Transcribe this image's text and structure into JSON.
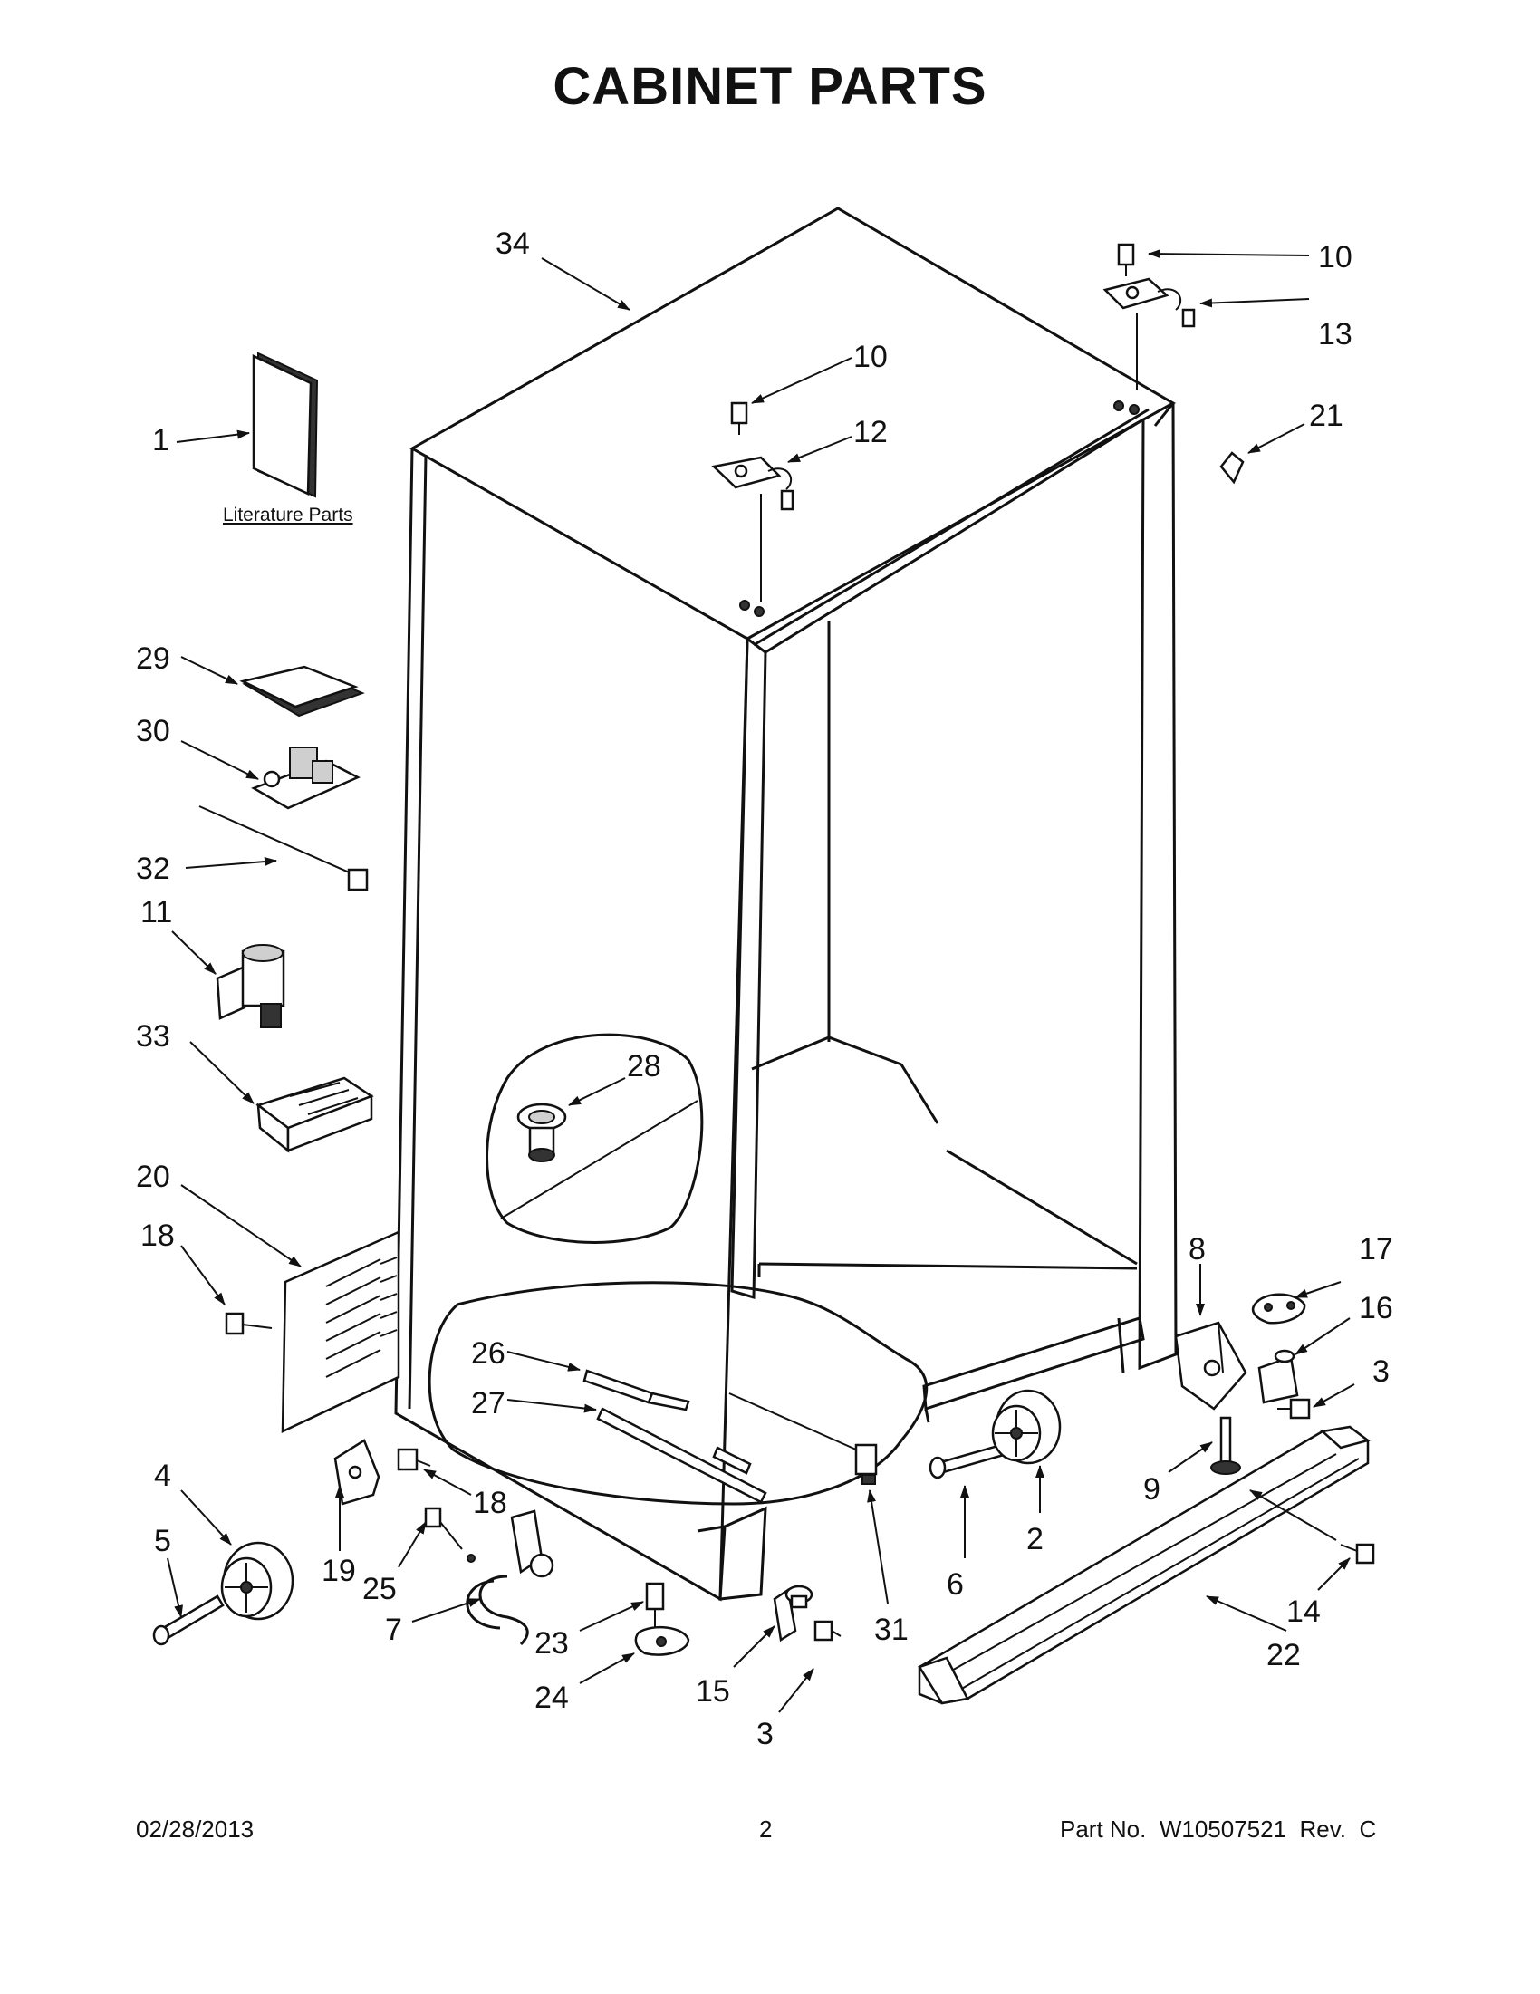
{
  "title": "CABINET PARTS",
  "literature_label": "Literature Parts",
  "callouts": {
    "c34": "34",
    "c10a": "10",
    "c13": "13",
    "c10b": "10",
    "c12": "12",
    "c21": "21",
    "c1": "1",
    "c29": "29",
    "c30": "30",
    "c32": "32",
    "c11": "11",
    "c33": "33",
    "c28": "28",
    "c20": "20",
    "c18a": "18",
    "c8": "8",
    "c17": "17",
    "c16": "16",
    "c3a": "3",
    "c26": "26",
    "c27": "27",
    "c4": "4",
    "c5": "5",
    "c18b": "18",
    "c19": "19",
    "c25": "25",
    "c7": "7",
    "c23": "23",
    "c24": "24",
    "c15": "15",
    "c3b": "3",
    "c31": "31",
    "c6": "6",
    "c2": "2",
    "c9": "9",
    "c14": "14",
    "c22": "22"
  },
  "footer": {
    "date": "02/28/2013",
    "page": "2",
    "part_no": "Part No.  W10507521  Rev.  C"
  }
}
